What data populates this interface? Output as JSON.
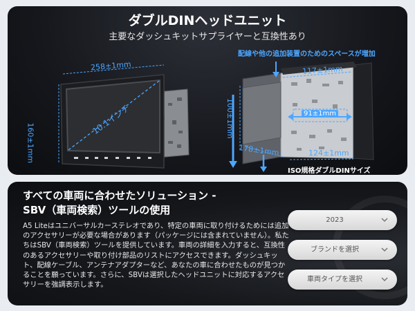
{
  "top": {
    "title": "ダブルDINヘッドユニット",
    "subtitle": "主要なダッシュキットサプライヤーと互換性あり",
    "left_unit": {
      "width": "258±1mm",
      "height": "160±1mm",
      "screen": "10.1インチ"
    },
    "right_unit": {
      "note": "配線や他の追加装置のためのスペースが増加",
      "top_width": "117±1mm",
      "depth_small": "91±1mm",
      "height": "100±1mm",
      "depth": "178±1mm",
      "bottom_width": "124±1mm",
      "caption": "ISO規格ダブルDINサイズ"
    }
  },
  "bottom": {
    "title_line1": "すべての車両に合わせたソリューション -",
    "title_line2": "SBV（車両検索）ツールの使用",
    "body": "A5 Liteはユニバーサルカーステレオであり、特定の車両に取り付けるためには追加のアクセサリーが必要な場合があります（パッケージには含まれていません）。私たちはSBV（車両検索）ツールを提供しています。車両の詳細を入力すると、互換性のあるアクセサリーや取り付け部品のリストにアクセスできます。ダッシュキット、配線ケーブル、アンテナアダプターなど、あなたの車に合わせたものが見つかることを願っています。さらに、SBVは選択したヘッドユニットに対応するアクセサリーを強調表示します。",
    "selects": [
      {
        "value": "2023"
      },
      {
        "value": "ブランドを選択"
      },
      {
        "value": "車両タイプを選択"
      }
    ]
  },
  "colors": {
    "accent": "#4da6ff",
    "panel": "#15171c"
  }
}
